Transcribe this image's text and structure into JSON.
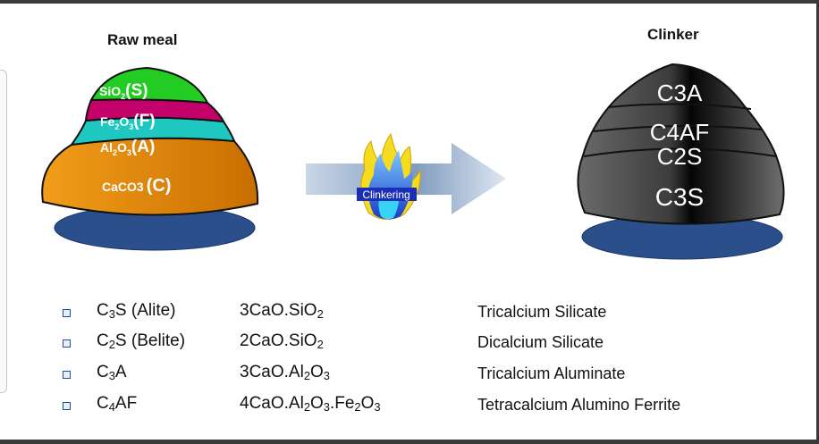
{
  "titles": {
    "left": "Raw meal",
    "right": "Clinker"
  },
  "raw_meal_layers": {
    "s": {
      "formula": "SiO",
      "sub": "2",
      "letter": "(S)",
      "color": "#22cc22"
    },
    "f": {
      "formula": "Fe",
      "sub1": "2",
      "mid": "O",
      "sub2": "3",
      "letter": "(F)",
      "color": "#c4006a"
    },
    "a": {
      "formula": "Al",
      "sub1": "2",
      "mid": "O",
      "sub2": "3",
      "letter": "(A)",
      "color": "#1ec8c0"
    },
    "c": {
      "formula": "CaCO3",
      "letter": "(C)",
      "color": "#e88a0a"
    }
  },
  "process": {
    "label": "Clinkering"
  },
  "clinker_layers": [
    "C3A",
    "C4AF",
    "C2S",
    "C3S"
  ],
  "phases": [
    {
      "abbr": "C",
      "abbr_sub": "3",
      "abbr_rest": "S (Alite)",
      "oxide": "3CaO.SiO",
      "oxide_sub": "2",
      "oxide_rest": "",
      "oxide_sub2": "",
      "name": "Tricalcium Silicate"
    },
    {
      "abbr": "C",
      "abbr_sub": "2",
      "abbr_rest": "S (Belite)",
      "oxide": "2CaO.SiO",
      "oxide_sub": "2",
      "oxide_rest": "",
      "oxide_sub2": "",
      "name": "Dicalcium Silicate"
    },
    {
      "abbr": "C",
      "abbr_sub": "3",
      "abbr_rest": "A",
      "oxide": "3CaO.Al",
      "oxide_sub": "2",
      "oxide_rest": "O",
      "oxide_sub2": "3",
      "name": "Tricalcium Aluminate"
    },
    {
      "abbr": "C",
      "abbr_sub": "4",
      "abbr_rest": "AF",
      "oxide": "4CaO.Al",
      "oxide_sub": "2",
      "oxide_rest": "O",
      "oxide_sub2": "3",
      "oxide_tail": ".Fe",
      "oxide_sub3": "2",
      "oxide_tail2": "O",
      "oxide_sub4": "3",
      "name": "Tetracalcium Alumino Ferrite"
    }
  ]
}
